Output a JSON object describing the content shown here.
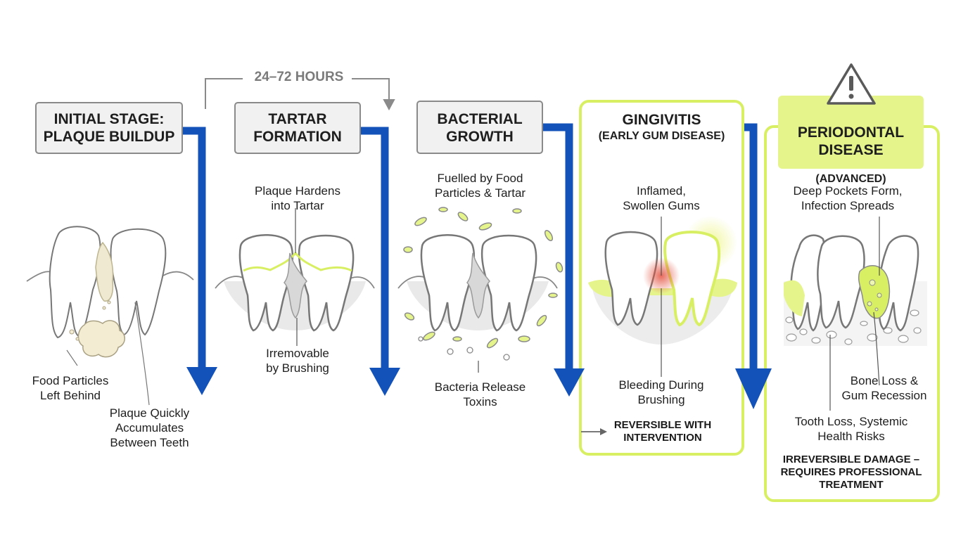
{
  "timeline": {
    "duration_label": "24–72 HOURS"
  },
  "stages": [
    {
      "title_line1": "INITIAL STAGE:",
      "title_line2": "PLAQUE BUILDUP",
      "callouts": [
        "Food Particles\nLeft Behind",
        "Plaque Quickly\nAccumulates\nBetween Teeth"
      ]
    },
    {
      "title_line1": "TARTAR",
      "title_line2": "FORMATION",
      "callouts": [
        "Plaque Hardens\ninto Tartar",
        "Irremovable\nby Brushing"
      ]
    },
    {
      "title_line1": "BACTERIAL",
      "title_line2": "GROWTH",
      "callouts": [
        "Fuelled by Food\nParticles & Tartar",
        "Bacteria Release\nToxins"
      ]
    },
    {
      "title_line1": "GINGIVITIS",
      "title_line2": "(EARLY GUM DISEASE)",
      "callouts": [
        "Inflamed,\nSwollen Gums",
        "Bleeding During\nBrushing"
      ],
      "note": "REVERSIBLE WITH\nINTERVENTION"
    },
    {
      "title_line1": "PERIODONTAL\nDISEASE",
      "title_line2": "(ADVANCED)",
      "callouts": [
        "Deep Pockets Form,\nInfection Spreads",
        "Bone Loss &\nGum Recession",
        "Tooth Loss, Systemic\nHealth Risks"
      ],
      "note": "IRREVERSIBLE DAMAGE –\nREQUIRES PROFESSIONAL\nTREATMENT"
    }
  ],
  "icons": {
    "warning": "warning-triangle-icon",
    "arrow": "down-arrow-icon"
  },
  "colors": {
    "arrow": "#1352b8",
    "highlight": "#d9ef63",
    "highlight_fill": "#e6f48c",
    "box_border": "#8a8a8a",
    "box_fill": "#f1f1f1",
    "inflammation": "#e3503e"
  }
}
